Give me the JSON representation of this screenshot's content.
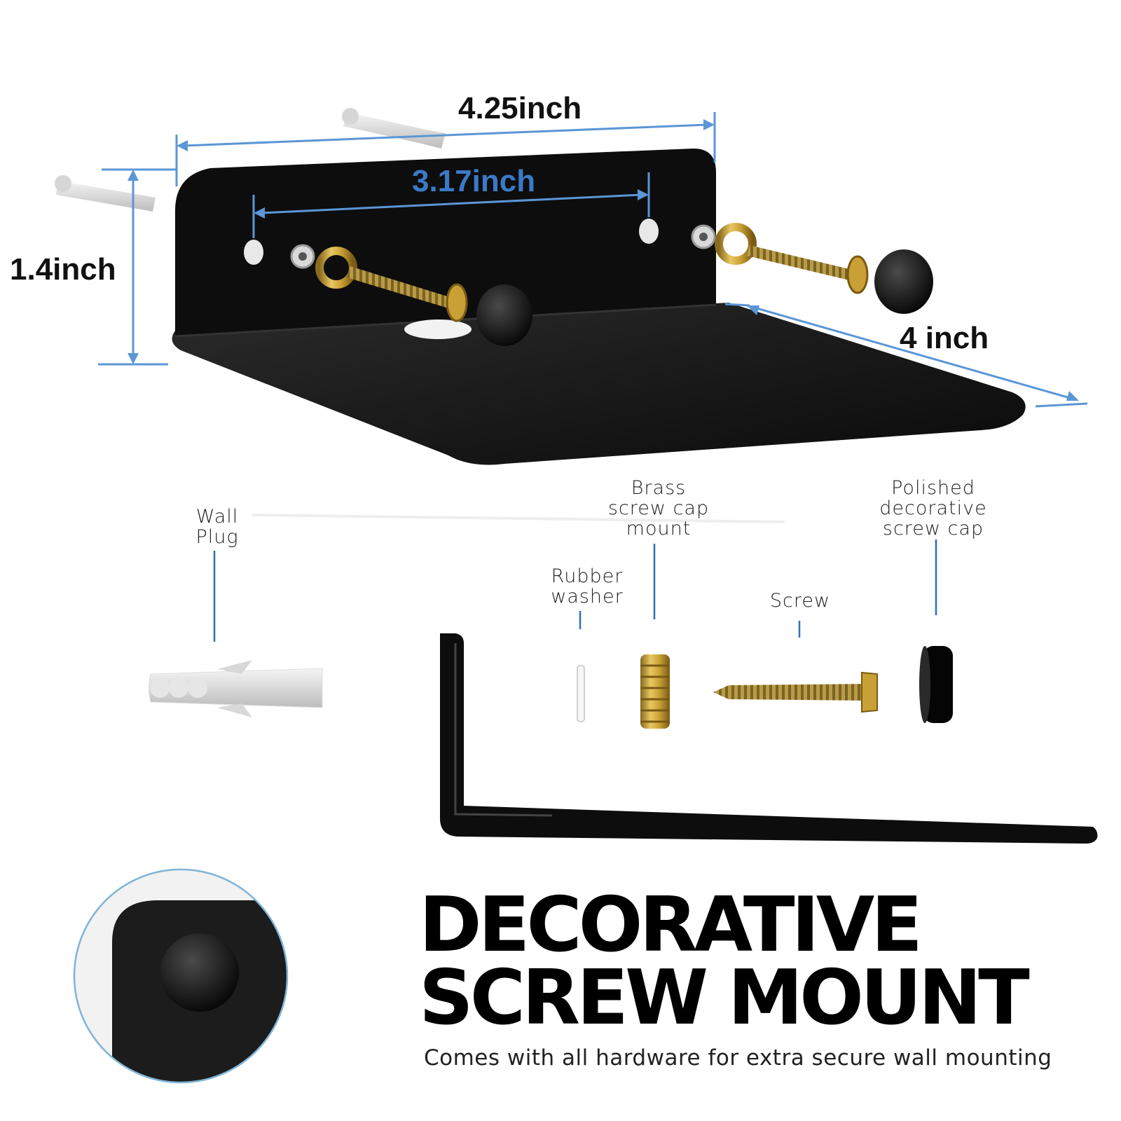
{
  "dimensions": {
    "width_label": "4.25inch",
    "hole_spacing_label": "3.17inch",
    "height_label": "1.4inch",
    "depth_label": "4 inch"
  },
  "parts": {
    "wall_plug": [
      "Wall",
      "Plug"
    ],
    "rubber_washer": [
      "Rubber",
      "washer"
    ],
    "brass_mount": [
      "Brass",
      "screw cap",
      "mount"
    ],
    "screw": [
      "Screw"
    ],
    "screw_cap": [
      "Polished",
      "decorative",
      "screw cap"
    ]
  },
  "headline": {
    "line1": "DECORATIVE",
    "line2": "SCREW MOUNT"
  },
  "subline": "Comes with all hardware for extra secure wall mounting",
  "colors": {
    "dimension_line": "#5b96d6",
    "shelf": "#0c0c0c",
    "brass": "#c9a035",
    "callout_line": "#2f6fb8",
    "circle_outline": "#7fb4d8"
  }
}
